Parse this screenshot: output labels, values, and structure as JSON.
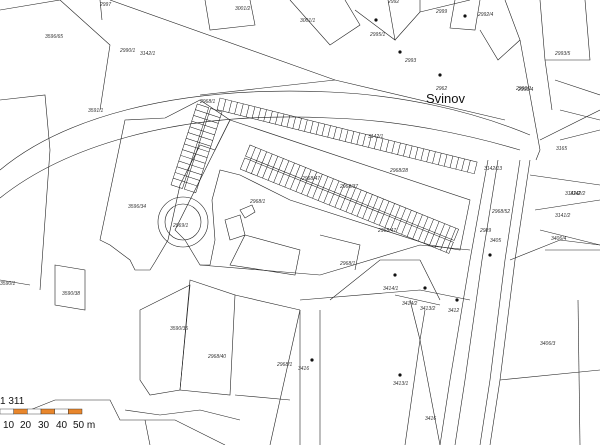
{
  "map": {
    "place_name": "Svinov",
    "scale": {
      "ratio_label": "1 311",
      "ticks": [
        "10",
        "20",
        "30",
        "40",
        "50 m"
      ],
      "bar_colors": [
        "#ffffff",
        "#e8862c"
      ]
    },
    "parcels": [
      "2997",
      "3001/2",
      "3001/1",
      "2992",
      "2992/4",
      "2993",
      "2993/4",
      "2995/1",
      "2990/1",
      "2999",
      "3596/65",
      "3142/1",
      "2962",
      "2993/1",
      "3591/1",
      "2993/5",
      "2968/1",
      "3142/1",
      "2968/28",
      "3142/13",
      "3142/2",
      "3165",
      "3142/2",
      "2968/47",
      "2968/37",
      "3596/34",
      "2968/1",
      "2968/52",
      "3141/2",
      "2969/1",
      "2968/47",
      "2989",
      "3405",
      "3406/4",
      "3590/1",
      "2968/1",
      "3414/1",
      "3414/2",
      "3413/2",
      "3412",
      "3590/35",
      "3590/38",
      "2968/40",
      "2968/1",
      "3416",
      "3413/1",
      "3406/3",
      "3416"
    ]
  }
}
